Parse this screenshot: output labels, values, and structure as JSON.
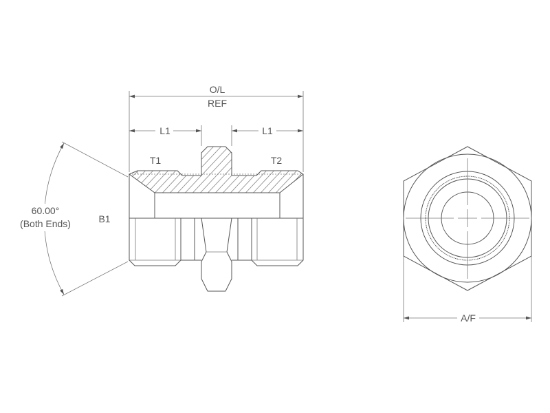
{
  "side_view": {
    "overall_length_label": "O/L",
    "overall_length_sub": "REF",
    "l1_left": "L1",
    "l1_right": "L1",
    "thread_left": "T1",
    "thread_right": "T2",
    "bore_label": "B1",
    "angle_value": "60.00°",
    "angle_note": "(Both Ends)"
  },
  "end_view": {
    "across_flats_label": "A/F"
  },
  "colors": {
    "line": "#555555",
    "background": "#ffffff"
  }
}
